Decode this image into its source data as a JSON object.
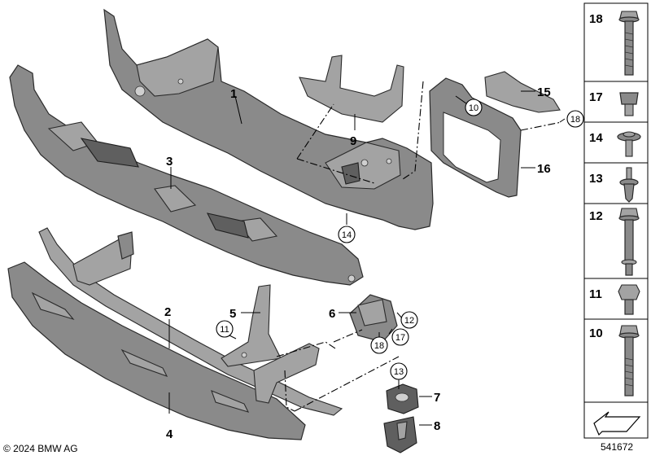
{
  "callouts": [
    {
      "id": "c1",
      "label": "1"
    },
    {
      "id": "c2",
      "label": "2"
    },
    {
      "id": "c3",
      "label": "3"
    },
    {
      "id": "c4",
      "label": "4"
    },
    {
      "id": "c5",
      "label": "5"
    },
    {
      "id": "c6",
      "label": "6"
    },
    {
      "id": "c7",
      "label": "7"
    },
    {
      "id": "c8",
      "label": "8"
    },
    {
      "id": "c9",
      "label": "9"
    },
    {
      "id": "c15",
      "label": "15"
    },
    {
      "id": "c16",
      "label": "16"
    }
  ],
  "circled_refs": [
    {
      "id": "r10",
      "label": "10"
    },
    {
      "id": "r18",
      "label": "18"
    },
    {
      "id": "r14",
      "label": "14"
    },
    {
      "id": "r11",
      "label": "11"
    },
    {
      "id": "r12",
      "label": "12"
    },
    {
      "id": "r17",
      "label": "17"
    },
    {
      "id": "r18b",
      "label": "18"
    },
    {
      "id": "r13",
      "label": "13"
    }
  ],
  "side_panel": [
    {
      "label": "18",
      "icon": "long-bolt-icon"
    },
    {
      "label": "17",
      "icon": "cap-screw-icon"
    },
    {
      "label": "14",
      "icon": "washer-screw-icon"
    },
    {
      "label": "13",
      "icon": "expansion-rivet-icon"
    },
    {
      "label": "12",
      "icon": "stud-bolt-icon"
    },
    {
      "label": "11",
      "icon": "hex-nut-icon"
    },
    {
      "label": "10",
      "icon": "hex-bolt-icon"
    }
  ],
  "footer": {
    "copyright": "© 2024 BMW AG",
    "diagram_number": "541672"
  }
}
